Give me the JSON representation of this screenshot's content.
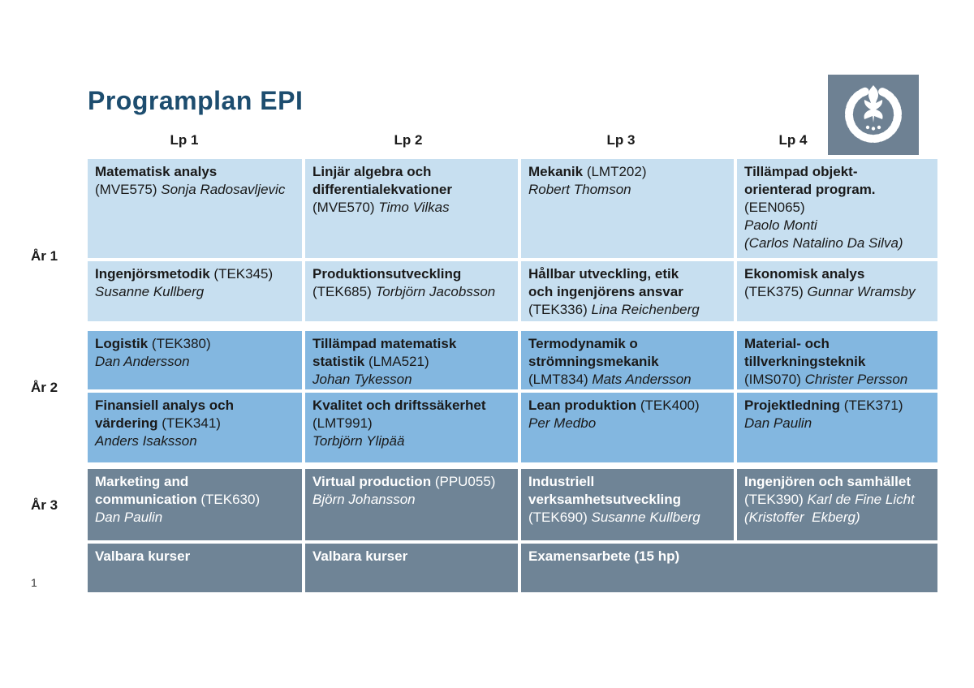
{
  "page": {
    "title": "Programplan EPI",
    "page_number": "1"
  },
  "header": {
    "periods": [
      "Lp 1",
      "Lp 2",
      "Lp 3",
      "Lp 4"
    ]
  },
  "years": [
    "År 1",
    "År 2",
    "År 3"
  ],
  "logo": {
    "icon": "chalmers-seal-icon",
    "background": "#6e8193",
    "seal_color": "#ffffff"
  },
  "colors": {
    "title": "#1d4d6f",
    "year1_cell": "#c7dff0",
    "year2_cell": "#83b7e0",
    "year3_cell": "#6f8496",
    "cell_text_dark": "#1a1a1a",
    "cell_text_light": "#ffffff",
    "logo_bg": "#6e8193"
  },
  "grid": {
    "rows": [
      {
        "year": 0,
        "cells": [
          {
            "col": 0,
            "colspan": 1,
            "lines": [
              [
                {
                  "t": "Matematisk analys",
                  "s": "b"
                }
              ],
              [
                {
                  "t": "(MVE575) ",
                  "s": "r"
                },
                {
                  "t": "Sonja Radosavljevic",
                  "s": "i"
                }
              ]
            ]
          },
          {
            "col": 1,
            "colspan": 1,
            "lines": [
              [
                {
                  "t": "Linjär algebra och",
                  "s": "b"
                }
              ],
              [
                {
                  "t": "differentialekvationer",
                  "s": "b"
                }
              ],
              [
                {
                  "t": "(MVE570) ",
                  "s": "r"
                },
                {
                  "t": "Timo Vilkas",
                  "s": "i"
                }
              ]
            ]
          },
          {
            "col": 2,
            "colspan": 1,
            "lines": [
              [
                {
                  "t": "Mekanik ",
                  "s": "b"
                },
                {
                  "t": "(LMT202)",
                  "s": "r"
                }
              ],
              [
                {
                  "t": "Robert Thomson",
                  "s": "i"
                }
              ]
            ]
          },
          {
            "col": 3,
            "colspan": 1,
            "lines": [
              [
                {
                  "t": "Tillämpad objekt-",
                  "s": "b"
                }
              ],
              [
                {
                  "t": "orienterad program.",
                  "s": "b"
                }
              ],
              [
                {
                  "t": "(EEN065)",
                  "s": "r"
                }
              ],
              [
                {
                  "t": "Paolo Monti",
                  "s": "i"
                }
              ],
              [
                {
                  "t": "(Carlos Natalino Da Silva)",
                  "s": "i"
                }
              ]
            ]
          }
        ]
      },
      {
        "year": 0,
        "cells": [
          {
            "col": 0,
            "colspan": 1,
            "lines": [
              [
                {
                  "t": "Ingenjörsmetodik ",
                  "s": "b"
                },
                {
                  "t": "(TEK345)",
                  "s": "r"
                }
              ],
              [
                {
                  "t": "Susanne Kullberg",
                  "s": "i"
                }
              ]
            ]
          },
          {
            "col": 1,
            "colspan": 1,
            "lines": [
              [
                {
                  "t": "Produktionsutveckling",
                  "s": "b"
                }
              ],
              [
                {
                  "t": "(TEK685) ",
                  "s": "r"
                },
                {
                  "t": "Torbjörn Jacobsson",
                  "s": "i"
                }
              ]
            ]
          },
          {
            "col": 2,
            "colspan": 1,
            "lines": [
              [
                {
                  "t": "Hållbar utveckling, etik",
                  "s": "b"
                }
              ],
              [
                {
                  "t": "och ingenjörens ansvar",
                  "s": "b"
                }
              ],
              [
                {
                  "t": "(TEK336) ",
                  "s": "r"
                },
                {
                  "t": "Lina Reichenberg",
                  "s": "i"
                }
              ]
            ]
          },
          {
            "col": 3,
            "colspan": 1,
            "lines": [
              [
                {
                  "t": "Ekonomisk analys",
                  "s": "b"
                }
              ],
              [
                {
                  "t": "(TEK375) ",
                  "s": "r"
                },
                {
                  "t": "Gunnar Wramsby",
                  "s": "i"
                }
              ]
            ]
          }
        ]
      },
      {
        "year": 1,
        "cells": [
          {
            "col": 0,
            "colspan": 1,
            "lines": [
              [
                {
                  "t": "Logistik ",
                  "s": "b"
                },
                {
                  "t": "(TEK380)",
                  "s": "r"
                }
              ],
              [
                {
                  "t": "Dan Andersson",
                  "s": "i"
                }
              ]
            ]
          },
          {
            "col": 1,
            "colspan": 1,
            "lines": [
              [
                {
                  "t": "Tillämpad matematisk",
                  "s": "b"
                }
              ],
              [
                {
                  "t": "statistik ",
                  "s": "b"
                },
                {
                  "t": "(LMA521)",
                  "s": "r"
                }
              ],
              [
                {
                  "t": "Johan Tykesson",
                  "s": "i"
                }
              ]
            ]
          },
          {
            "col": 2,
            "colspan": 1,
            "lines": [
              [
                {
                  "t": "Termodynamik o",
                  "s": "b"
                }
              ],
              [
                {
                  "t": "strömningsmekanik",
                  "s": "b"
                }
              ],
              [
                {
                  "t": "(LMT834) ",
                  "s": "r"
                },
                {
                  "t": "Mats Andersson",
                  "s": "i"
                }
              ]
            ]
          },
          {
            "col": 3,
            "colspan": 1,
            "lines": [
              [
                {
                  "t": "Material- och",
                  "s": "b"
                }
              ],
              [
                {
                  "t": "tillverkningsteknik",
                  "s": "b"
                }
              ],
              [
                {
                  "t": "(IMS070) ",
                  "s": "r"
                },
                {
                  "t": "Christer Persson",
                  "s": "i"
                }
              ]
            ]
          }
        ]
      },
      {
        "year": 1,
        "cells": [
          {
            "col": 0,
            "colspan": 1,
            "lines": [
              [
                {
                  "t": "Finansiell analys och",
                  "s": "b"
                }
              ],
              [
                {
                  "t": "värdering ",
                  "s": "b"
                },
                {
                  "t": "(TEK341)",
                  "s": "r"
                }
              ],
              [
                {
                  "t": "Anders Isaksson",
                  "s": "i"
                }
              ]
            ]
          },
          {
            "col": 1,
            "colspan": 1,
            "lines": [
              [
                {
                  "t": "Kvalitet och driftssäkerhet",
                  "s": "b"
                }
              ],
              [
                {
                  "t": "(LMT991)",
                  "s": "r"
                }
              ],
              [
                {
                  "t": "Torbjörn Ylipää",
                  "s": "i"
                }
              ]
            ]
          },
          {
            "col": 2,
            "colspan": 1,
            "lines": [
              [
                {
                  "t": "Lean produktion ",
                  "s": "b"
                },
                {
                  "t": "(TEK400)",
                  "s": "r"
                }
              ],
              [
                {
                  "t": "Per Medbo",
                  "s": "i"
                }
              ]
            ]
          },
          {
            "col": 3,
            "colspan": 1,
            "lines": [
              [
                {
                  "t": "Projektledning ",
                  "s": "b"
                },
                {
                  "t": "(TEK371)",
                  "s": "r"
                }
              ],
              [
                {
                  "t": "Dan Paulin",
                  "s": "i"
                }
              ]
            ]
          }
        ]
      },
      {
        "year": 2,
        "cells": [
          {
            "col": 0,
            "colspan": 1,
            "lines": [
              [
                {
                  "t": "Marketing and",
                  "s": "b"
                }
              ],
              [
                {
                  "t": "communication ",
                  "s": "b"
                },
                {
                  "t": "(TEK630)",
                  "s": "r"
                }
              ],
              [
                {
                  "t": "Dan Paulin",
                  "s": "i"
                }
              ]
            ]
          },
          {
            "col": 1,
            "colspan": 1,
            "lines": [
              [
                {
                  "t": "Virtual production ",
                  "s": "b"
                },
                {
                  "t": "(PPU055)",
                  "s": "r"
                }
              ],
              [
                {
                  "t": "Björn Johansson",
                  "s": "i"
                }
              ]
            ]
          },
          {
            "col": 2,
            "colspan": 1,
            "lines": [
              [
                {
                  "t": "Industriell",
                  "s": "b"
                }
              ],
              [
                {
                  "t": "verksamhetsutveckling",
                  "s": "b"
                }
              ],
              [
                {
                  "t": "(TEK690) ",
                  "s": "r"
                },
                {
                  "t": "Susanne Kullberg",
                  "s": "i"
                }
              ]
            ]
          },
          {
            "col": 3,
            "colspan": 1,
            "lines": [
              [
                {
                  "t": "Ingenjören och samhället",
                  "s": "b"
                }
              ],
              [
                {
                  "t": "(TEK390) ",
                  "s": "r"
                },
                {
                  "t": "Karl de Fine Licht",
                  "s": "i"
                }
              ],
              [
                {
                  "t": "(Kristoffer  Ekberg)",
                  "s": "i"
                }
              ]
            ]
          }
        ]
      },
      {
        "year": 2,
        "cells": [
          {
            "col": 0,
            "colspan": 1,
            "lines": [
              [
                {
                  "t": "Valbara kurser",
                  "s": "b"
                }
              ]
            ]
          },
          {
            "col": 1,
            "colspan": 1,
            "lines": [
              [
                {
                  "t": "Valbara kurser",
                  "s": "b"
                }
              ]
            ]
          },
          {
            "col": 2,
            "colspan": 2,
            "lines": [
              [
                {
                  "t": "Examensarbete (15 hp)",
                  "s": "b"
                }
              ]
            ]
          }
        ]
      }
    ]
  }
}
